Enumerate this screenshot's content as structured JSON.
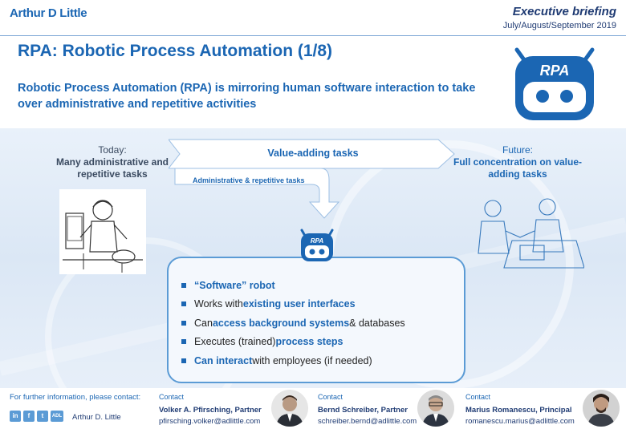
{
  "header": {
    "brand": "Arthur D Little",
    "briefing": "Executive briefing",
    "period": "July/August/September 2019"
  },
  "title": "RPA: Robotic Process Automation (1/8)",
  "subtitle": "Robotic Process Automation (RPA) is mirroring human software interaction to take over administrative and repetitive activities",
  "robot_logo_text": "RPA",
  "today": {
    "label": "Today:",
    "text": "Many administrative and repetitive tasks"
  },
  "future": {
    "label": "Future:",
    "text": "Full concentration on value-adding tasks"
  },
  "arrows": {
    "value_adding": "Value-adding tasks",
    "administrative": "Administrative & repetitive tasks"
  },
  "small_robot_text": "RPA",
  "bullets": [
    {
      "pre": "",
      "hl": "“Software” robot",
      "post": ""
    },
    {
      "pre": "Works with ",
      "hl": "existing user interfaces",
      "post": ""
    },
    {
      "pre": "Can ",
      "hl": "access background systems",
      "post": " & databases"
    },
    {
      "pre": "Executes (trained) ",
      "hl": "process steps",
      "post": ""
    },
    {
      "pre": "",
      "hl": "Can interact",
      "post": " with employees (if needed)"
    }
  ],
  "footer": {
    "info": "For further information, please contact:",
    "adl": "Arthur D. Little",
    "social": [
      "in",
      "f",
      "t",
      "ADL"
    ],
    "contacts": [
      {
        "header": "Contact",
        "name": "Volker A. Pfirsching, Partner",
        "email": "pfirsching.volker@adlittle.com"
      },
      {
        "header": "Contact",
        "name": "Bernd Schreiber, Partner",
        "email": "schreiber.bernd@adlittle.com"
      },
      {
        "header": "Contact",
        "name": "Marius Romanescu, Principal",
        "email": "romanescu.marius@adlittle.com"
      }
    ]
  },
  "colors": {
    "accent": "#1b66b3",
    "light": "#5b9bd5",
    "band": "#dbe7f5"
  }
}
